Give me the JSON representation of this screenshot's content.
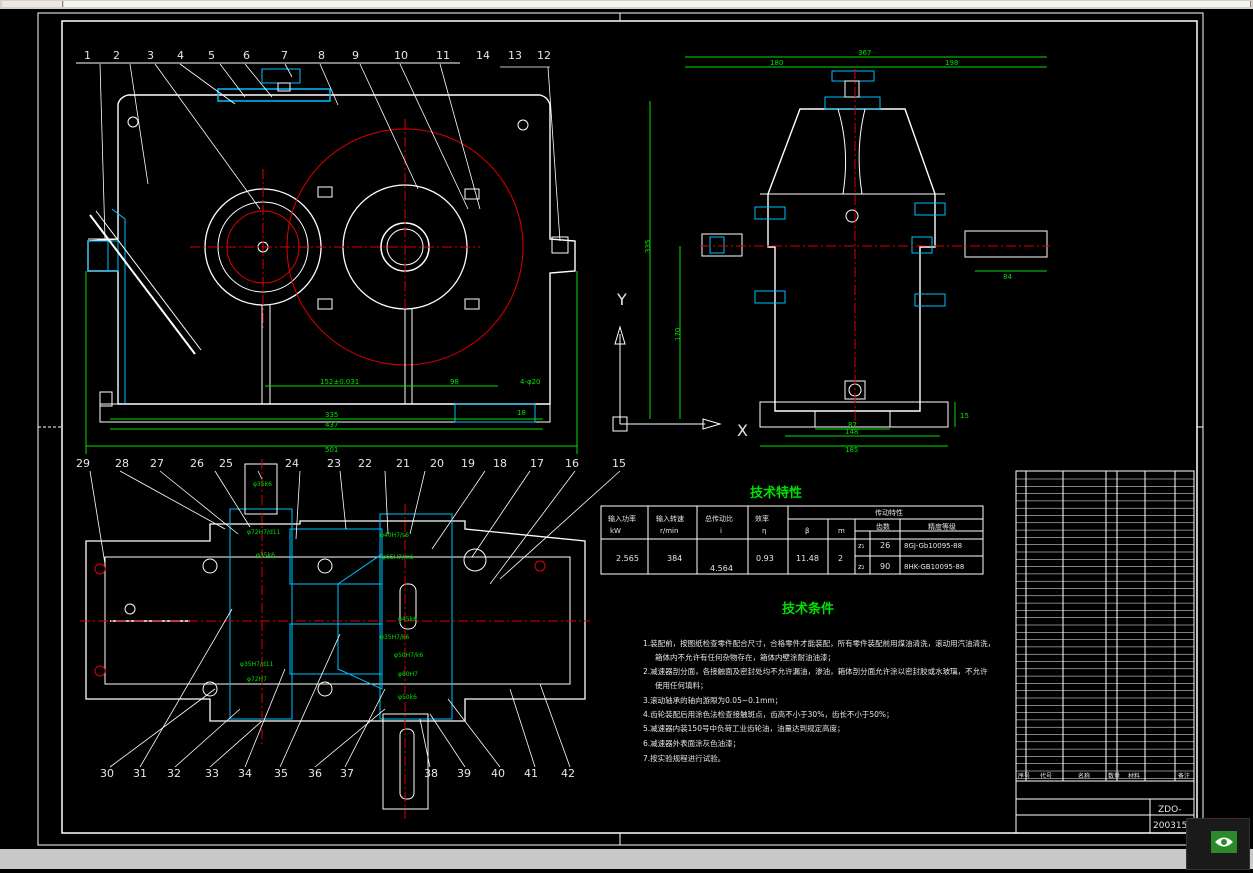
{
  "drawing": {
    "callouts_top": [
      "1",
      "2",
      "3",
      "4",
      "5",
      "6",
      "7",
      "8",
      "9",
      "10",
      "11",
      "14",
      "13",
      "12"
    ],
    "callouts_mid": [
      "29",
      "28",
      "27",
      "26",
      "25",
      "24",
      "23",
      "22",
      "21",
      "20",
      "19",
      "18",
      "17",
      "16",
      "15"
    ],
    "callouts_bottom": [
      "30",
      "31",
      "32",
      "33",
      "34",
      "35",
      "36",
      "37",
      "38",
      "39",
      "40",
      "41",
      "42"
    ],
    "front_dims": {
      "center_distance": "152±0.031",
      "d1": "98",
      "chamfer": "4-φ20",
      "d2": "335",
      "d3": "437",
      "d4": "501",
      "d5": "18"
    },
    "side_dims": {
      "total_width": "367",
      "left_part": "180",
      "right_part": "198",
      "height": "335",
      "lower_height": "170",
      "shaft_len": "84",
      "base_h": "15",
      "base_w1": "87",
      "base_w2": "148",
      "base_w3": "185"
    },
    "axes": {
      "y": "Y",
      "x": "X"
    },
    "fits": [
      "φ35k6",
      "φ72H7/d11",
      "φ35k6",
      "φ40H7/s6",
      "φ65H7/m6",
      "φ45k6",
      "φ35H7/k6",
      "φ50H7/k6",
      "φ80H7",
      "φ50k6",
      "φ35H7/d11",
      "φ72H7"
    ]
  },
  "specs": {
    "title": "技术特性",
    "headers": {
      "power": "输入功率",
      "power_unit": "kW",
      "speed": "输入转速",
      "speed_unit": "r/min",
      "ratio": "总传动比",
      "ratio_unit": "i",
      "eff": "效率",
      "eff_unit": "η",
      "trans": "传动特性",
      "beta": "β",
      "mn": "m",
      "teeth": "齿数",
      "grade": "精度等级"
    },
    "values": {
      "power": "2.565",
      "speed": "384",
      "ratio": "4.564",
      "eff": "0.93",
      "beta": "11.48",
      "mn": "2",
      "z1_label": "z₁",
      "z1": "26",
      "z1_grade": "8GJ-Gb10095-88",
      "z2_label": "z₂",
      "z2": "90",
      "z2_grade": "8HK-GB10095-88"
    }
  },
  "requirements": {
    "title": "技术条件",
    "items": [
      "1.装配前，按图纸检查零件配合尺寸，合格零件才能装配，所有零件装配前用煤油清洗，滚动用汽油清洗，",
      "箱体内不允许有任何杂物存在，箱体内壁涂耐油油漆；",
      "2.减速器剖分面，各接触面及密封处均不允许漏油，渗油，箱体剖分面允许涂以密封胶或水玻璃，不允许",
      "使用任何填料；",
      "3.滚动轴承的轴向游隙为0.05~0.1mm；",
      "4.齿轮装配后用涂色法检查接触斑点，齿高不小于30%，齿长不小于50%；",
      "5.减速器内装150号中负荷工业齿轮油，油量达到规定高度；",
      "6.减速器外表面涂灰色油漆；",
      "7.按实验规程进行试验。"
    ]
  },
  "titleblock": {
    "code": "ZDO-",
    "date": "200315",
    "col_labels": [
      "序号",
      "代号",
      "名称",
      "数量",
      "材料",
      "备注"
    ]
  }
}
